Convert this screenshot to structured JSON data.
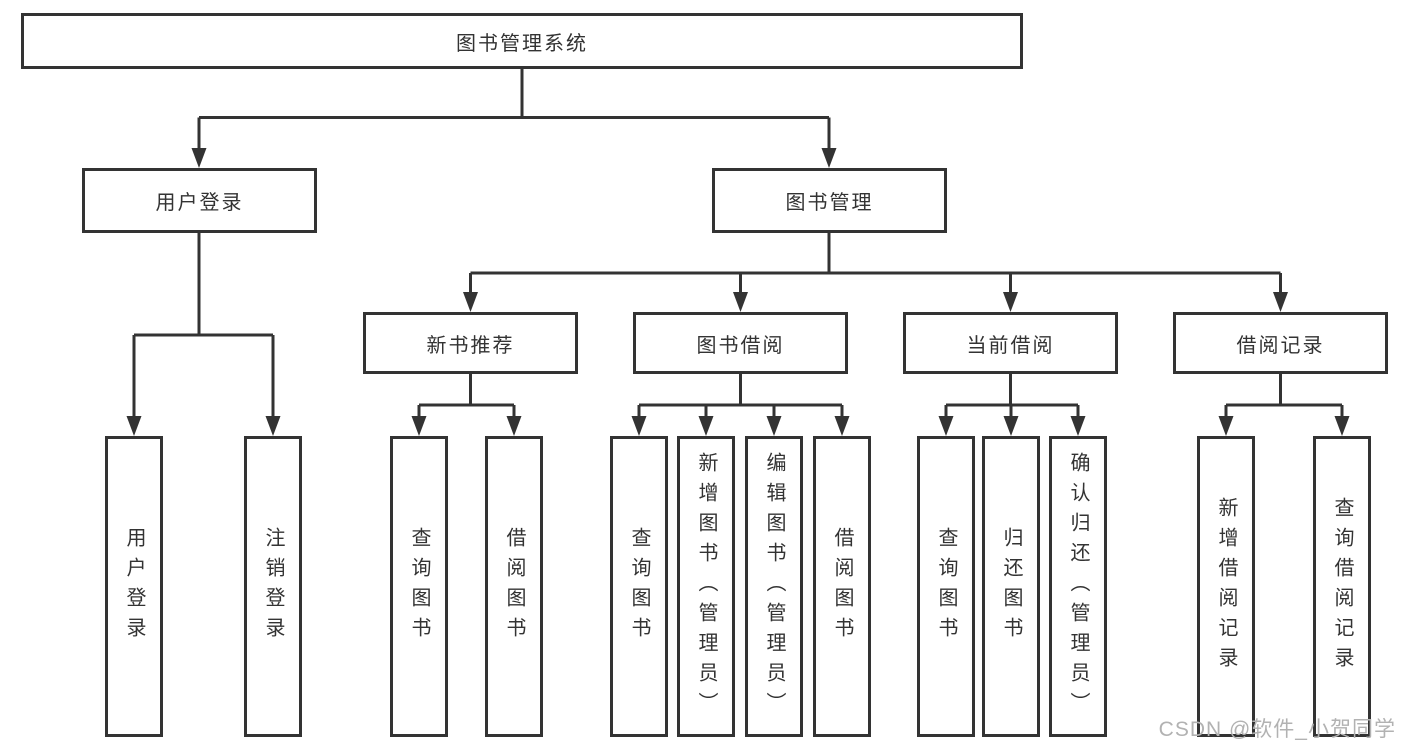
{
  "diagram_title": "图书管理系统",
  "tree": {
    "label": "图书管理系统",
    "children": [
      {
        "label": "用户登录",
        "children": [
          {
            "label": "用户登录"
          },
          {
            "label": "注销登录"
          }
        ]
      },
      {
        "label": "图书管理",
        "children": [
          {
            "label": "新书推荐",
            "children": [
              {
                "label": "查询图书"
              },
              {
                "label": "借阅图书"
              }
            ]
          },
          {
            "label": "图书借阅",
            "children": [
              {
                "label": "查询图书"
              },
              {
                "label": "新增图书（管理员）"
              },
              {
                "label": "编辑图书（管理员）"
              },
              {
                "label": "借阅图书"
              }
            ]
          },
          {
            "label": "当前借阅",
            "children": [
              {
                "label": "查询图书"
              },
              {
                "label": "归还图书"
              },
              {
                "label": "确认归还（管理员）"
              }
            ]
          },
          {
            "label": "借阅记录",
            "children": [
              {
                "label": "新增借阅记录"
              },
              {
                "label": "查询借阅记录"
              }
            ]
          }
        ]
      }
    ]
  },
  "watermark": "CSDN @软件_小贺同学",
  "colors": {
    "line": "#333333",
    "box_border": "#333333",
    "text": "#333333",
    "watermark": "#b2b2b2",
    "background": "#ffffff"
  }
}
